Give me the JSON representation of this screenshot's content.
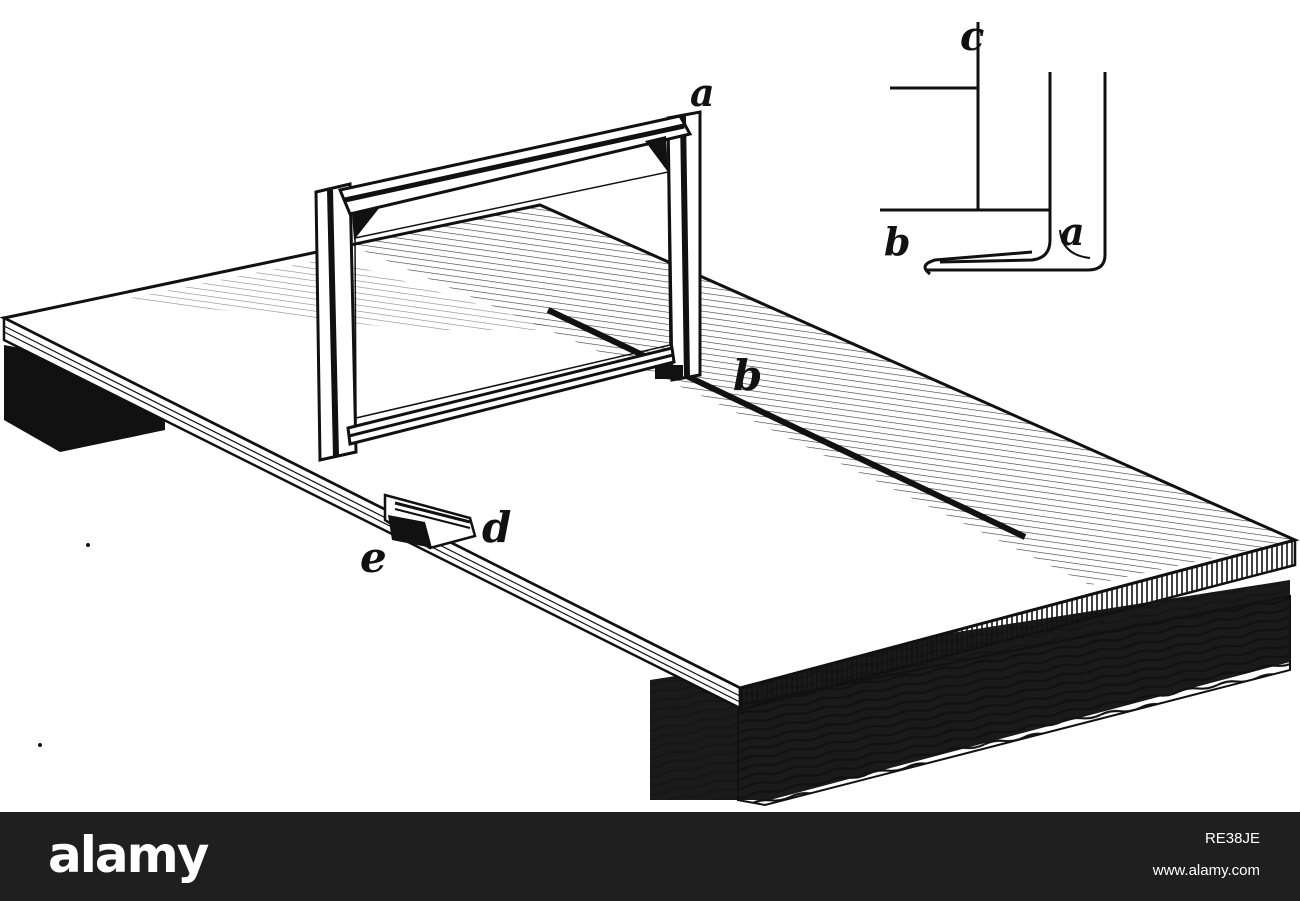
{
  "labels": {
    "a_main": "a",
    "b_main": "b",
    "d_main": "d",
    "e_main": "e",
    "c_inset": "c",
    "a_inset": "a",
    "b_inset": "b"
  },
  "footer": {
    "brand": "alamy",
    "image_id": "RE38JE",
    "website": "www.alamy.com"
  },
  "colors": {
    "ink": "#111111",
    "footer_bg": "#1f1f1f"
  }
}
